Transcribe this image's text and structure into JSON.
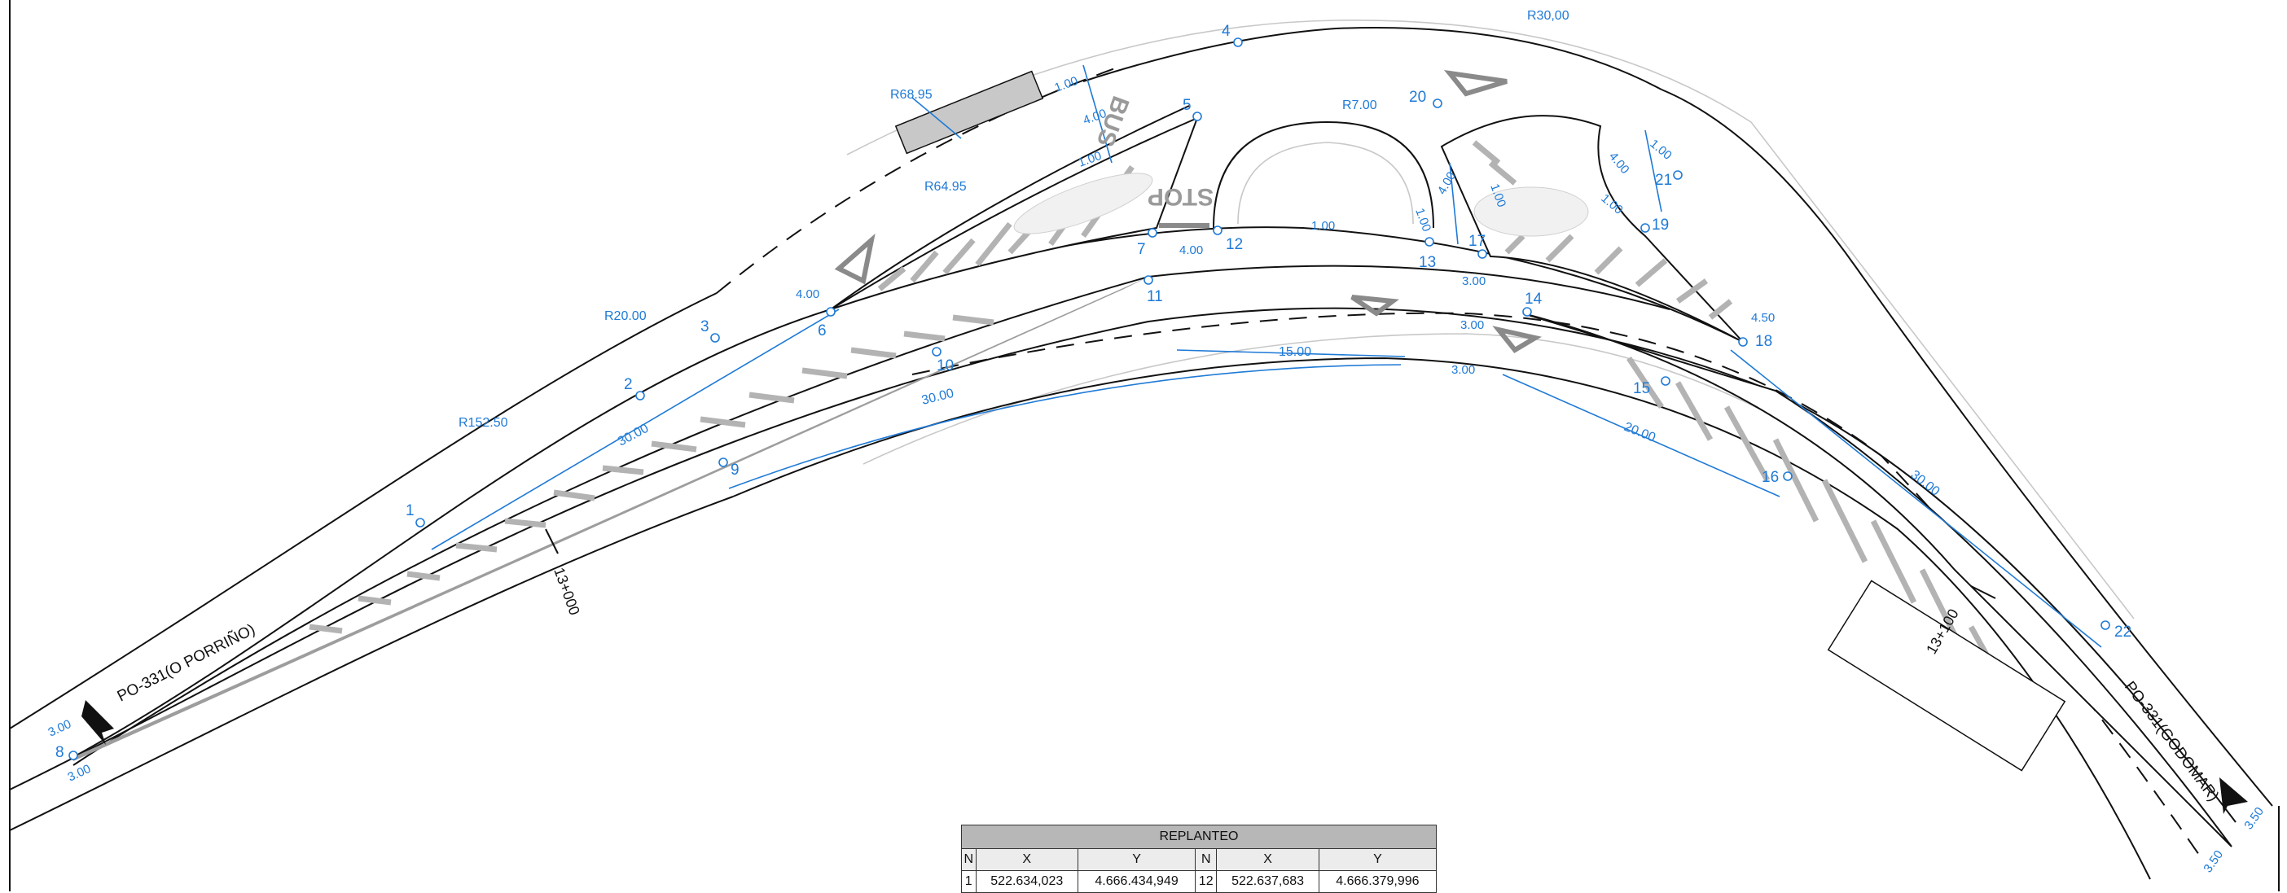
{
  "drawing": {
    "points": [
      {
        "id": "p1",
        "n": "1"
      },
      {
        "id": "p2",
        "n": "2"
      },
      {
        "id": "p3",
        "n": "3"
      },
      {
        "id": "p4",
        "n": "4"
      },
      {
        "id": "p5",
        "n": "5"
      },
      {
        "id": "p6",
        "n": "6"
      },
      {
        "id": "p7",
        "n": "7"
      },
      {
        "id": "p8",
        "n": "8"
      },
      {
        "id": "p9",
        "n": "9"
      },
      {
        "id": "p10",
        "n": "10"
      },
      {
        "id": "p11",
        "n": "11"
      },
      {
        "id": "p12",
        "n": "12"
      },
      {
        "id": "p13",
        "n": "13"
      },
      {
        "id": "p14",
        "n": "14"
      },
      {
        "id": "p15",
        "n": "15"
      },
      {
        "id": "p16",
        "n": "16"
      },
      {
        "id": "p17",
        "n": "17"
      },
      {
        "id": "p18",
        "n": "18"
      },
      {
        "id": "p19",
        "n": "19"
      },
      {
        "id": "p20",
        "n": "20"
      },
      {
        "id": "p21",
        "n": "21"
      },
      {
        "id": "p22",
        "n": "22"
      }
    ],
    "radii": {
      "r30": "R30,00",
      "r68": "R68.95",
      "r64": "R64.95",
      "r7": "R7.00",
      "r20": "R20.00",
      "r152": "R152.50"
    },
    "dimensions": {
      "d_1a": "1.00",
      "d_4a": "4.00",
      "d_1b": "1.00",
      "d_4b": "4.00",
      "d_4c": "4.00",
      "d_1c": "1.00",
      "d_4d": "4.00",
      "d_1d": "1.00",
      "d_1e": "1.00",
      "d_4e": "4.00",
      "d_1f": "1.00",
      "d_1g": "1.00",
      "d_30a": "30.00",
      "d_30b": "30.00",
      "d_15": "15.00",
      "d_3a": "3.00",
      "d_3b": "3.00",
      "d_3c": "3.00",
      "d_20": "20.00",
      "d_450": "4.50",
      "d_30c": "30.00",
      "d_3d": "3.00",
      "d_3e": "3.00",
      "d_350a": "3.50",
      "d_350b": "3.50"
    },
    "stations": {
      "s13000": "13+000",
      "s13100": "13+100"
    },
    "roads": {
      "left": "PO-331(O PORRIÑO)",
      "right": "PO-331(GODOMAR)"
    },
    "markings": {
      "bus": "BUS",
      "stop": "STOP"
    }
  },
  "replanteo": {
    "title": "REPLANTEO",
    "headers": [
      "N",
      "X",
      "Y",
      "N",
      "X",
      "Y"
    ],
    "rows": [
      {
        "n1": "1",
        "x1": "522.634,023",
        "y1": "4.666.434,949",
        "n2": "12",
        "x2": "522.637,683",
        "y2": "4.666.379,996"
      }
    ]
  },
  "colors": {
    "annotation_blue": "#1f7ad6",
    "hatch_gray": "#b3b3b3",
    "table_header": "#b7b7b7"
  }
}
